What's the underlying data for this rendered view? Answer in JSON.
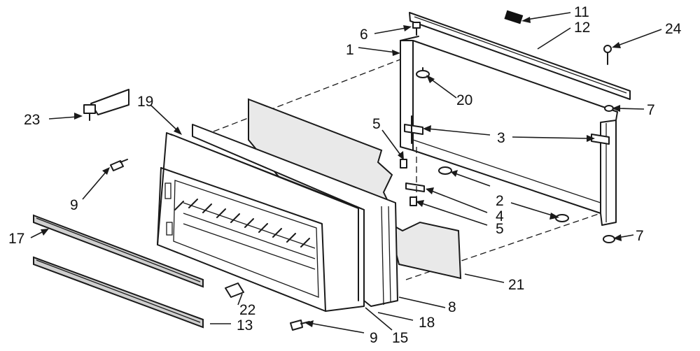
{
  "callouts": {
    "c1": "1",
    "c2": "2",
    "c3": "3",
    "c4": "4",
    "c5a": "5",
    "c5b": "5",
    "c6": "6",
    "c7a": "7",
    "c7b": "7",
    "c8": "8",
    "c9a": "9",
    "c9b": "9",
    "c11": "11",
    "c12": "12",
    "c13": "13",
    "c15": "15",
    "c17": "17",
    "c18": "18",
    "c19": "19",
    "c20": "20",
    "c21": "21",
    "c22": "22",
    "c23": "23",
    "c24": "24"
  }
}
